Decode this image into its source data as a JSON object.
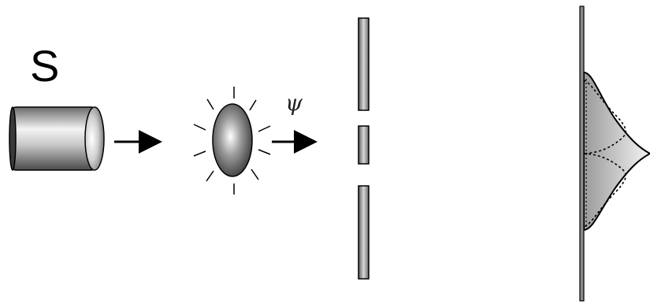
{
  "labels": {
    "source": "S",
    "wavefunction": "ψ"
  },
  "colors": {
    "stroke": "#000000",
    "metal_dark": "#5a5a5a",
    "metal_light": "#f2f2f2",
    "screen_fill": "#8a8a8a",
    "pattern_fill": "#d8d8d8"
  },
  "icons": {
    "source": "cylinder-source-icon",
    "particle": "glowing-particle-icon",
    "barrier": "double-slit-barrier",
    "screen": "detection-screen",
    "pattern": "interference-pattern"
  }
}
